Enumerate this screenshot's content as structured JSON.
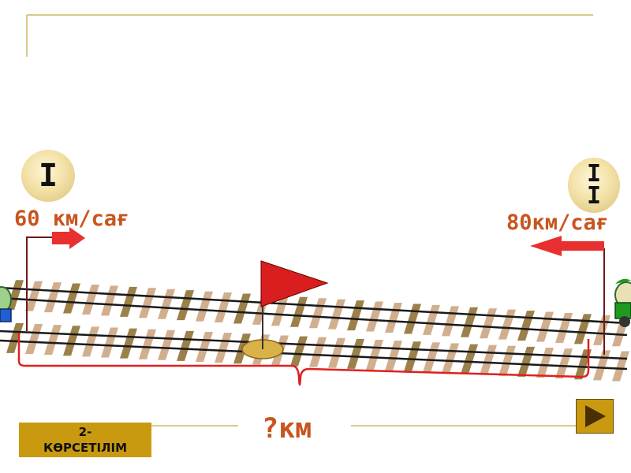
{
  "trains": {
    "first": {
      "label": "I",
      "speed": "60 км/сағ"
    },
    "second": {
      "label_top": "I",
      "label_bottom": "I",
      "speed": "80км/сағ"
    }
  },
  "distance_question": "?км",
  "slide_label_line1": "2-",
  "slide_label_line2": "КӨРСЕТІЛІМ",
  "colors": {
    "frame": "#d8c98a",
    "arrow": "#e83030",
    "brace": "#e02020",
    "speech_text": "#c8551f",
    "tie": "#b08a5a",
    "button": "#c99a10"
  },
  "icons": {
    "next": "play-triangle-icon",
    "flag": "flag-icon",
    "direction": "arrow-icon",
    "brace": "curly-brace-icon"
  }
}
